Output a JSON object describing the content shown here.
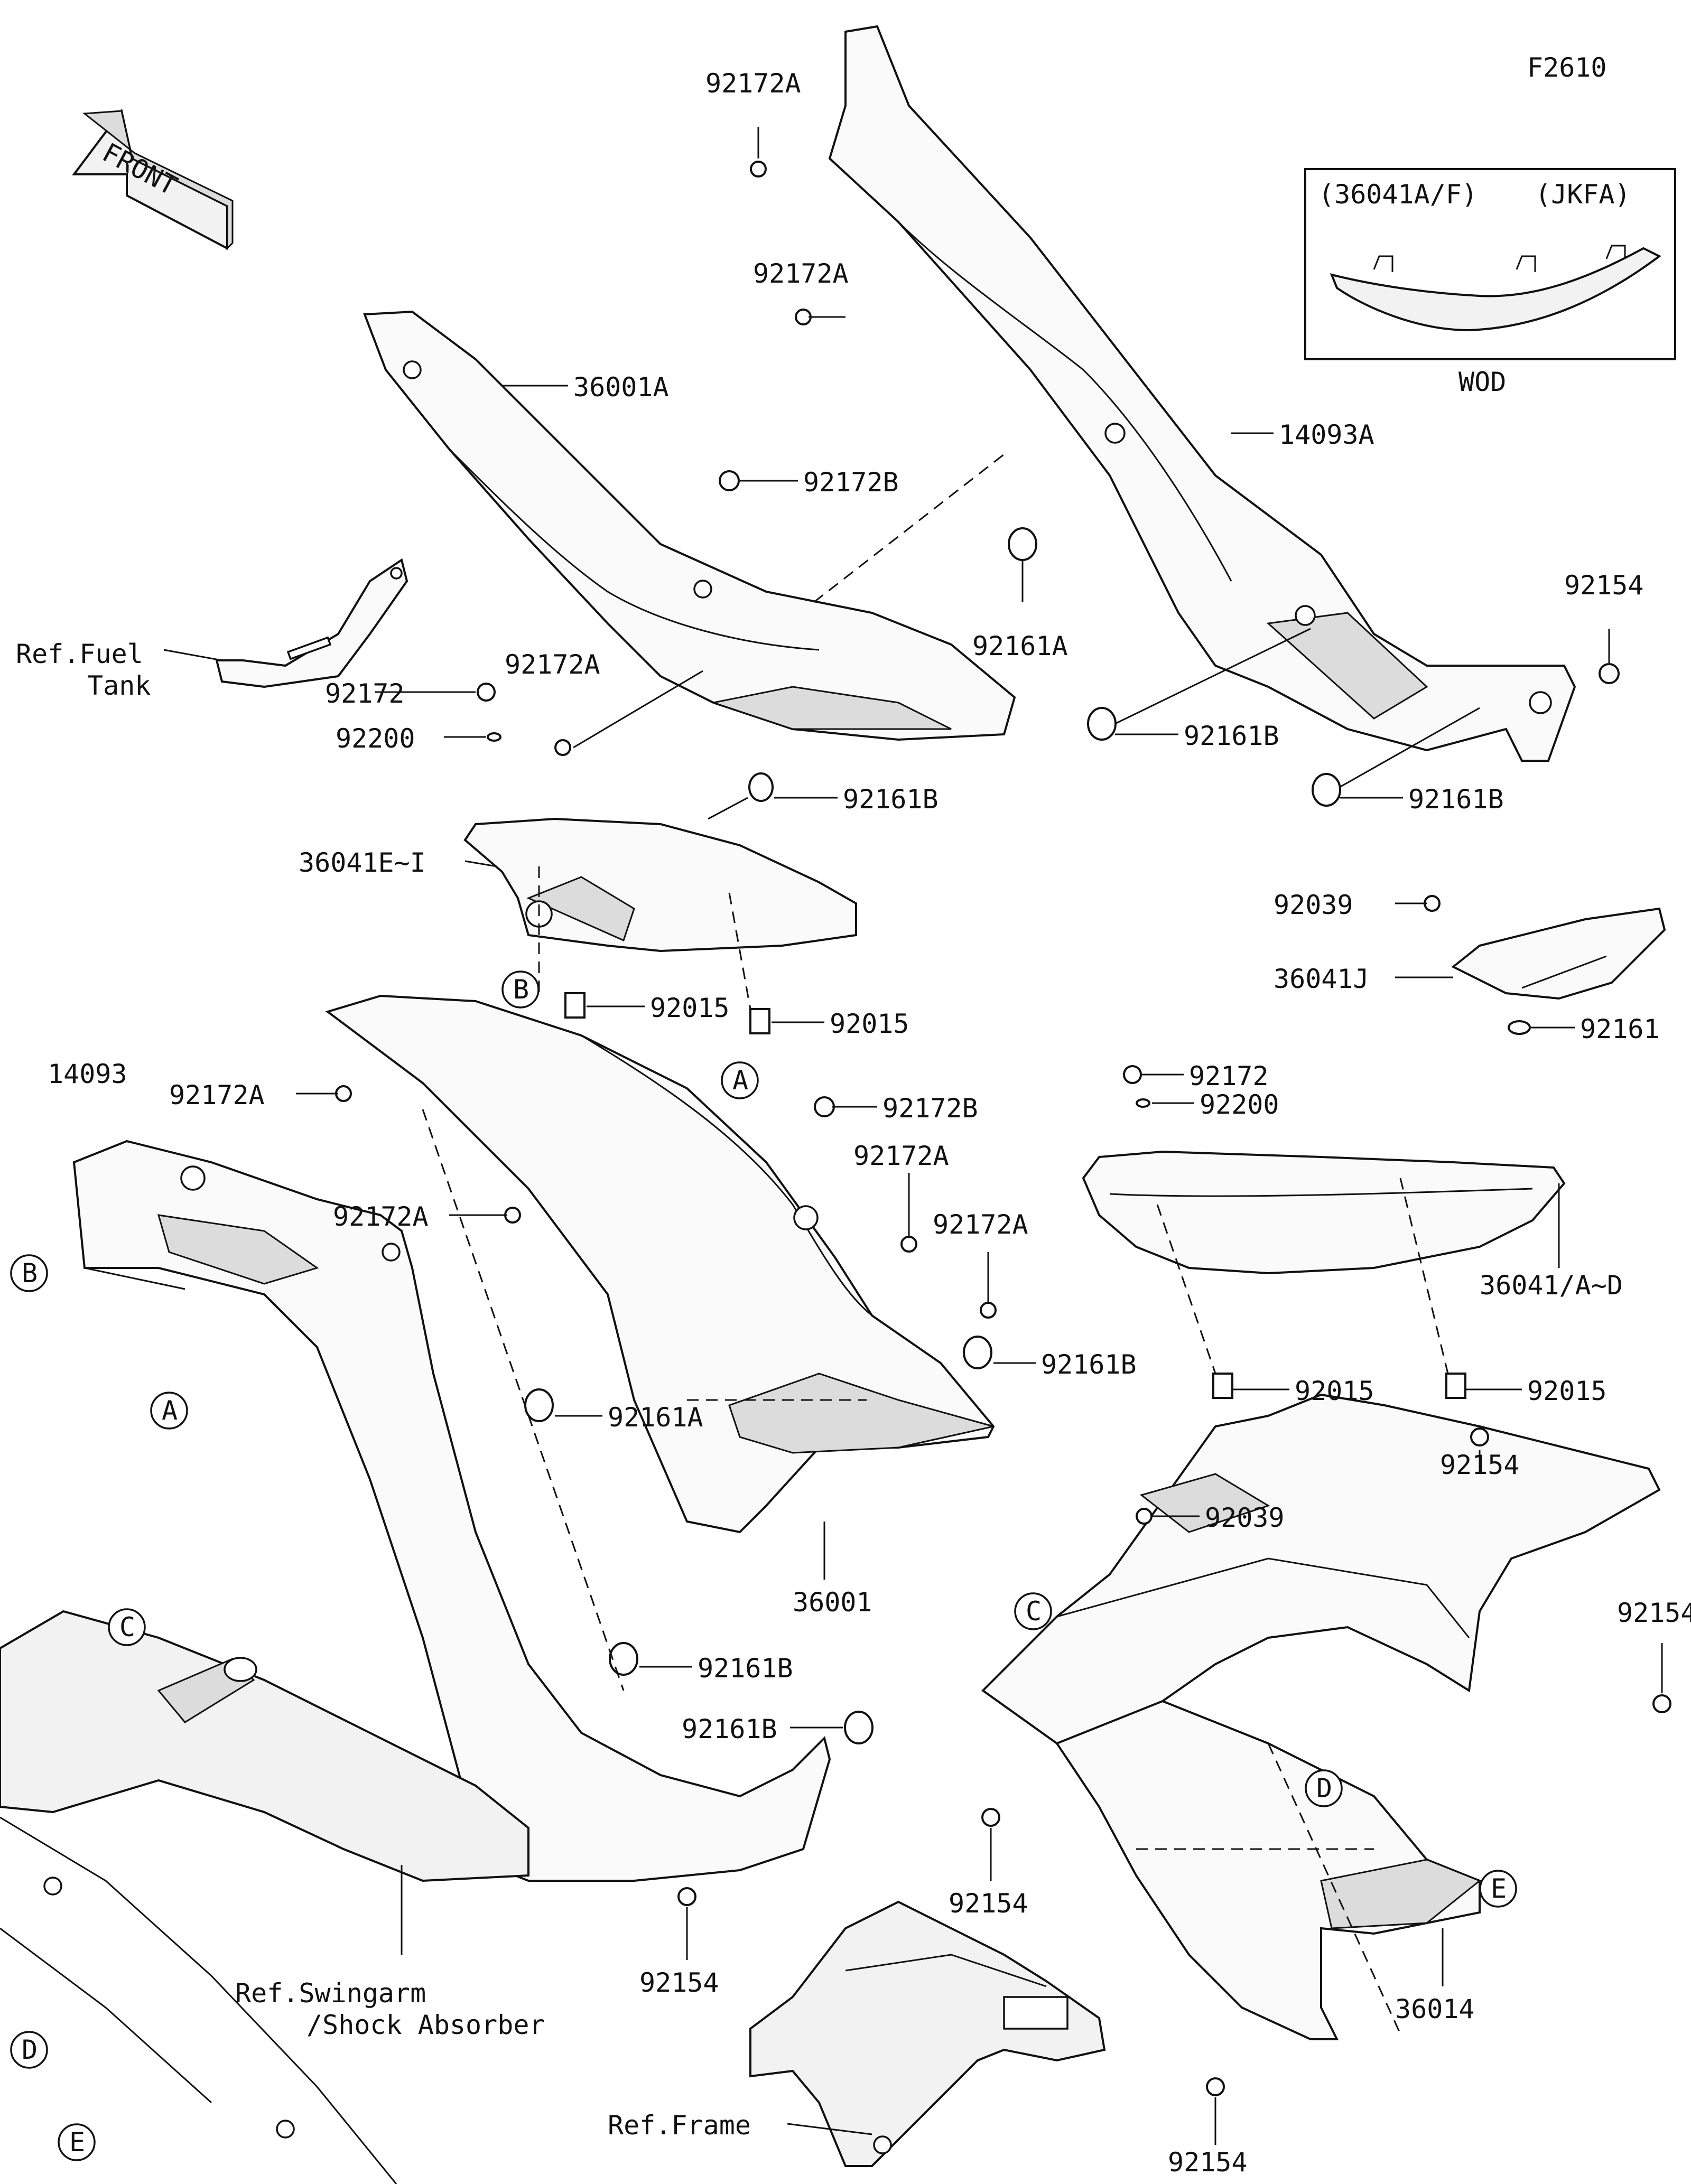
{
  "figure_code": "F2610",
  "front_label": "FRONT",
  "inset": {
    "left_label": "(36041A/F)",
    "right_label": "(JKFA)",
    "bottom_label": "WOD"
  },
  "refs": {
    "fuel_tank_line1": "Ref.Fuel",
    "fuel_tank_line2": "Tank",
    "swingarm_line1": "Ref.Swingarm",
    "swingarm_line2": "/Shock Absorber",
    "frame": "Ref.Frame"
  },
  "callouts": {
    "A": "A",
    "B": "B",
    "C": "C",
    "D": "D",
    "E": "E"
  },
  "parts": {
    "p92172A_1": "92172A",
    "p92172A_2": "92172A",
    "p36001A": "36001A",
    "p92172B_1": "92172B",
    "p14093A": "14093A",
    "p92161A_1": "92161A",
    "p92154_1": "92154",
    "p92172A_3": "92172A",
    "p92172_1": "92172",
    "p92200_1": "92200",
    "p92161B_1": "92161B",
    "p92161B_2": "92161B",
    "p92161B_3": "92161B",
    "p36041EI": "36041E~I",
    "p92015_1": "92015",
    "p92015_2": "92015",
    "p92039_1": "92039",
    "p36041J": "36041J",
    "p92161": "92161",
    "p92172_2": "92172",
    "p92200_2": "92200",
    "p14093": "14093",
    "p92172A_4": "92172A",
    "p92172B_2": "92172B",
    "p92172A_5": "92172A",
    "p92172A_6": "92172A",
    "p92172A_7": "92172A",
    "p36041AD": "36041/A~D",
    "p92161B_4": "92161B",
    "p92015_3": "92015",
    "p92015_4": "92015",
    "p92161A_2": "92161A",
    "p36001": "36001",
    "p92039_2": "92039",
    "p92154_2": "92154",
    "p92154_3": "92154",
    "p92161B_5": "92161B",
    "p92161B_6": "92161B",
    "p92154_4": "92154",
    "p92154_5": "92154",
    "p36014": "36014",
    "p92154_6": "92154"
  }
}
